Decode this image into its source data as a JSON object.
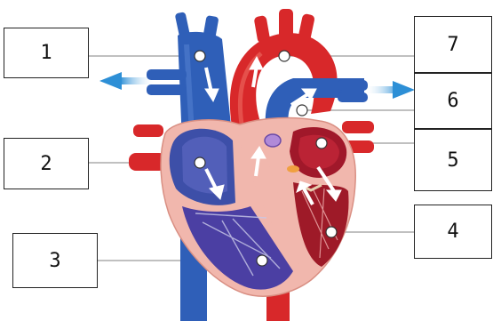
{
  "labels": [
    {
      "id": "1",
      "text": "1"
    },
    {
      "id": "2",
      "text": "2"
    },
    {
      "id": "3",
      "text": "3"
    },
    {
      "id": "4",
      "text": "4"
    },
    {
      "id": "5",
      "text": "5"
    },
    {
      "id": "6",
      "text": "6"
    },
    {
      "id": "7",
      "text": "7"
    }
  ],
  "colors": {
    "oxygen_poor": "#2f5fb8",
    "oxygen_poor_dark": "#1f3f8a",
    "oxygen_rich": "#d8282a",
    "oxygen_rich_dark": "#9e1a1c",
    "muscle": "#f1b7ad",
    "leader_line": "#9a9a9a",
    "arrow": "#ffffff",
    "pointer_arrow": "#2d8fd6"
  }
}
